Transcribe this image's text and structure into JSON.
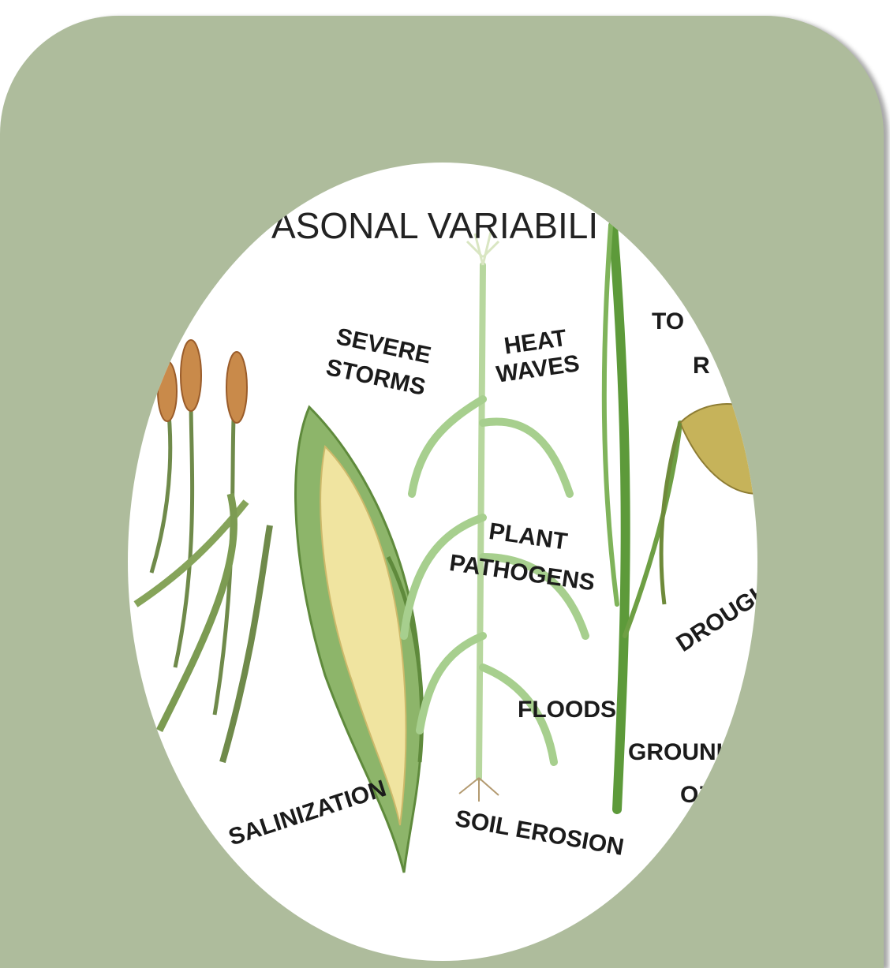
{
  "illustration": {
    "title": "ASONAL VARIABILI",
    "labels": {
      "severe": "SEVERE",
      "storms": "STORMS",
      "heat": "HEAT",
      "waves": "WAVES",
      "to": "TO",
      "r": "R",
      "plant": "PLANT",
      "pathogens": "PATHOGENS",
      "drought": "DROUGH",
      "floods": "FLOODS",
      "ground": "GROUNI",
      "oz": "OZ",
      "salinization": "SALINIZATION",
      "soil_erosion": "SOIL EROSION"
    }
  },
  "colors": {
    "card_background": "#aebc9c",
    "ellipse_background": "#ffffff",
    "wheat": "#c98a4a",
    "corn_husk": "#8db56a",
    "corn_kernels": "#f0e4a0",
    "maize_leaves": "#a7cf8e",
    "sorghum": "#5d9a3a",
    "millet_head": "#c6b35a"
  }
}
